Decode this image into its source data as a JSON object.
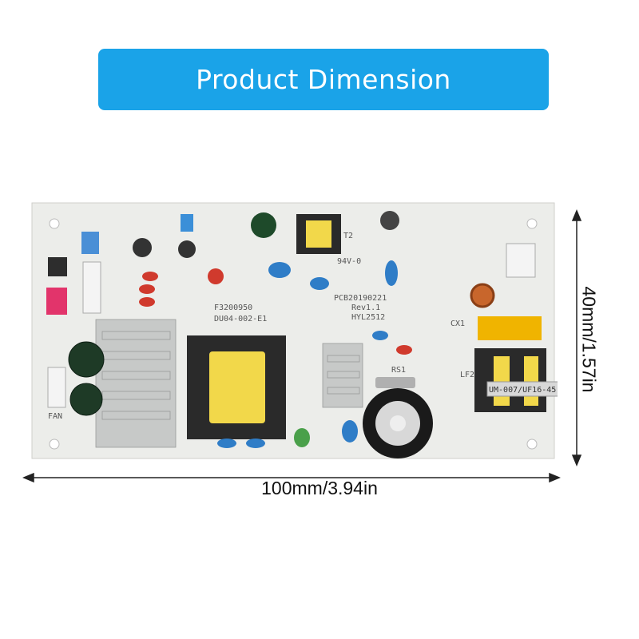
{
  "banner": {
    "title": "Product Dimension",
    "color": "#1aa3e8"
  },
  "dimensions": {
    "width_label": "100mm/3.94in",
    "height_label": "40mm/1.57in"
  },
  "board": {
    "color": "#ecedea",
    "silkscreen": [
      "HYL2512",
      "Rev1.1",
      "PCB20190221",
      "DU04-002-E1",
      "F3200950",
      "94V-0",
      "T2",
      "CX1",
      "LF2",
      "RS1",
      "FAN"
    ],
    "filter_label": "UM-007/UF16-45"
  }
}
